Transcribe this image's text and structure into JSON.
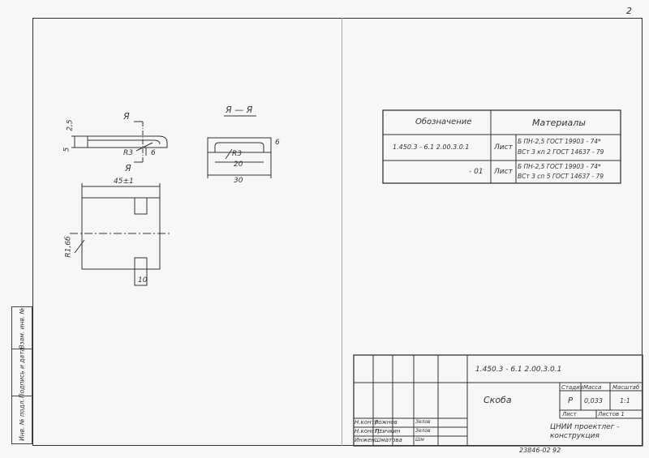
{
  "corner_mark": "2",
  "views": {
    "side_section_label": "Я",
    "side_section_label_bottom": "Я",
    "side_dim_thickness": "2,5",
    "side_dim_height": "5",
    "side_dim_radius": "R3",
    "side_dim_width": "6",
    "section_title": "Я — Я",
    "section_dim_radius": "R3",
    "section_dim_inner": "20",
    "section_dim_outer": "30",
    "section_dim_height": "6",
    "plan_dim_length": "45±1",
    "plan_dim_radius": "R1,6б",
    "plan_dim_slot": "10"
  },
  "spec_table": {
    "headers": [
      "Обозначение",
      "Материалы"
    ],
    "rows": [
      {
        "designation": "1.450.3 - 6.1 2.00.3.0.1",
        "type": "Лист",
        "material_top": "Б ПН-2,5  ГОСТ 19903 - 74*",
        "material_bottom": "ВСт 3 кп 2  ГОСТ 14637 - 79"
      },
      {
        "designation": "- 01",
        "type": "Лист",
        "material_top": "Б ПН-2,5  ГОСТ 19903 - 74*",
        "material_bottom": "ВСт 3 сп 5  ГОСТ 14637 - 79"
      }
    ]
  },
  "title_block": {
    "doc_code": "1.450.3 - 6.1 2.00.3.0.1",
    "part_name": "Скоба",
    "h_stage": "Стадия",
    "h_mass": "Масса",
    "h_scale": "Масштаб",
    "stage": "Р",
    "mass": "0,033",
    "scale": "1:1",
    "sheet_label": "Лист",
    "sheets_label": "Листов 1",
    "org": "ЦНИИ проектлег - конструкция",
    "roles": [
      {
        "role": "Н.контр.",
        "name": "Рожнов",
        "sign": "Зелов"
      },
      {
        "role": "Н.констр.",
        "name": "Птичкин",
        "sign": "Зелов"
      },
      {
        "role": "Инжен.",
        "name": "Шматова",
        "sign": "Шм"
      }
    ]
  },
  "side_stamp": [
    "Инв. № подл.",
    "Подпись и дата",
    "Взам. инв. №"
  ],
  "footer_number": "23846-02  92"
}
